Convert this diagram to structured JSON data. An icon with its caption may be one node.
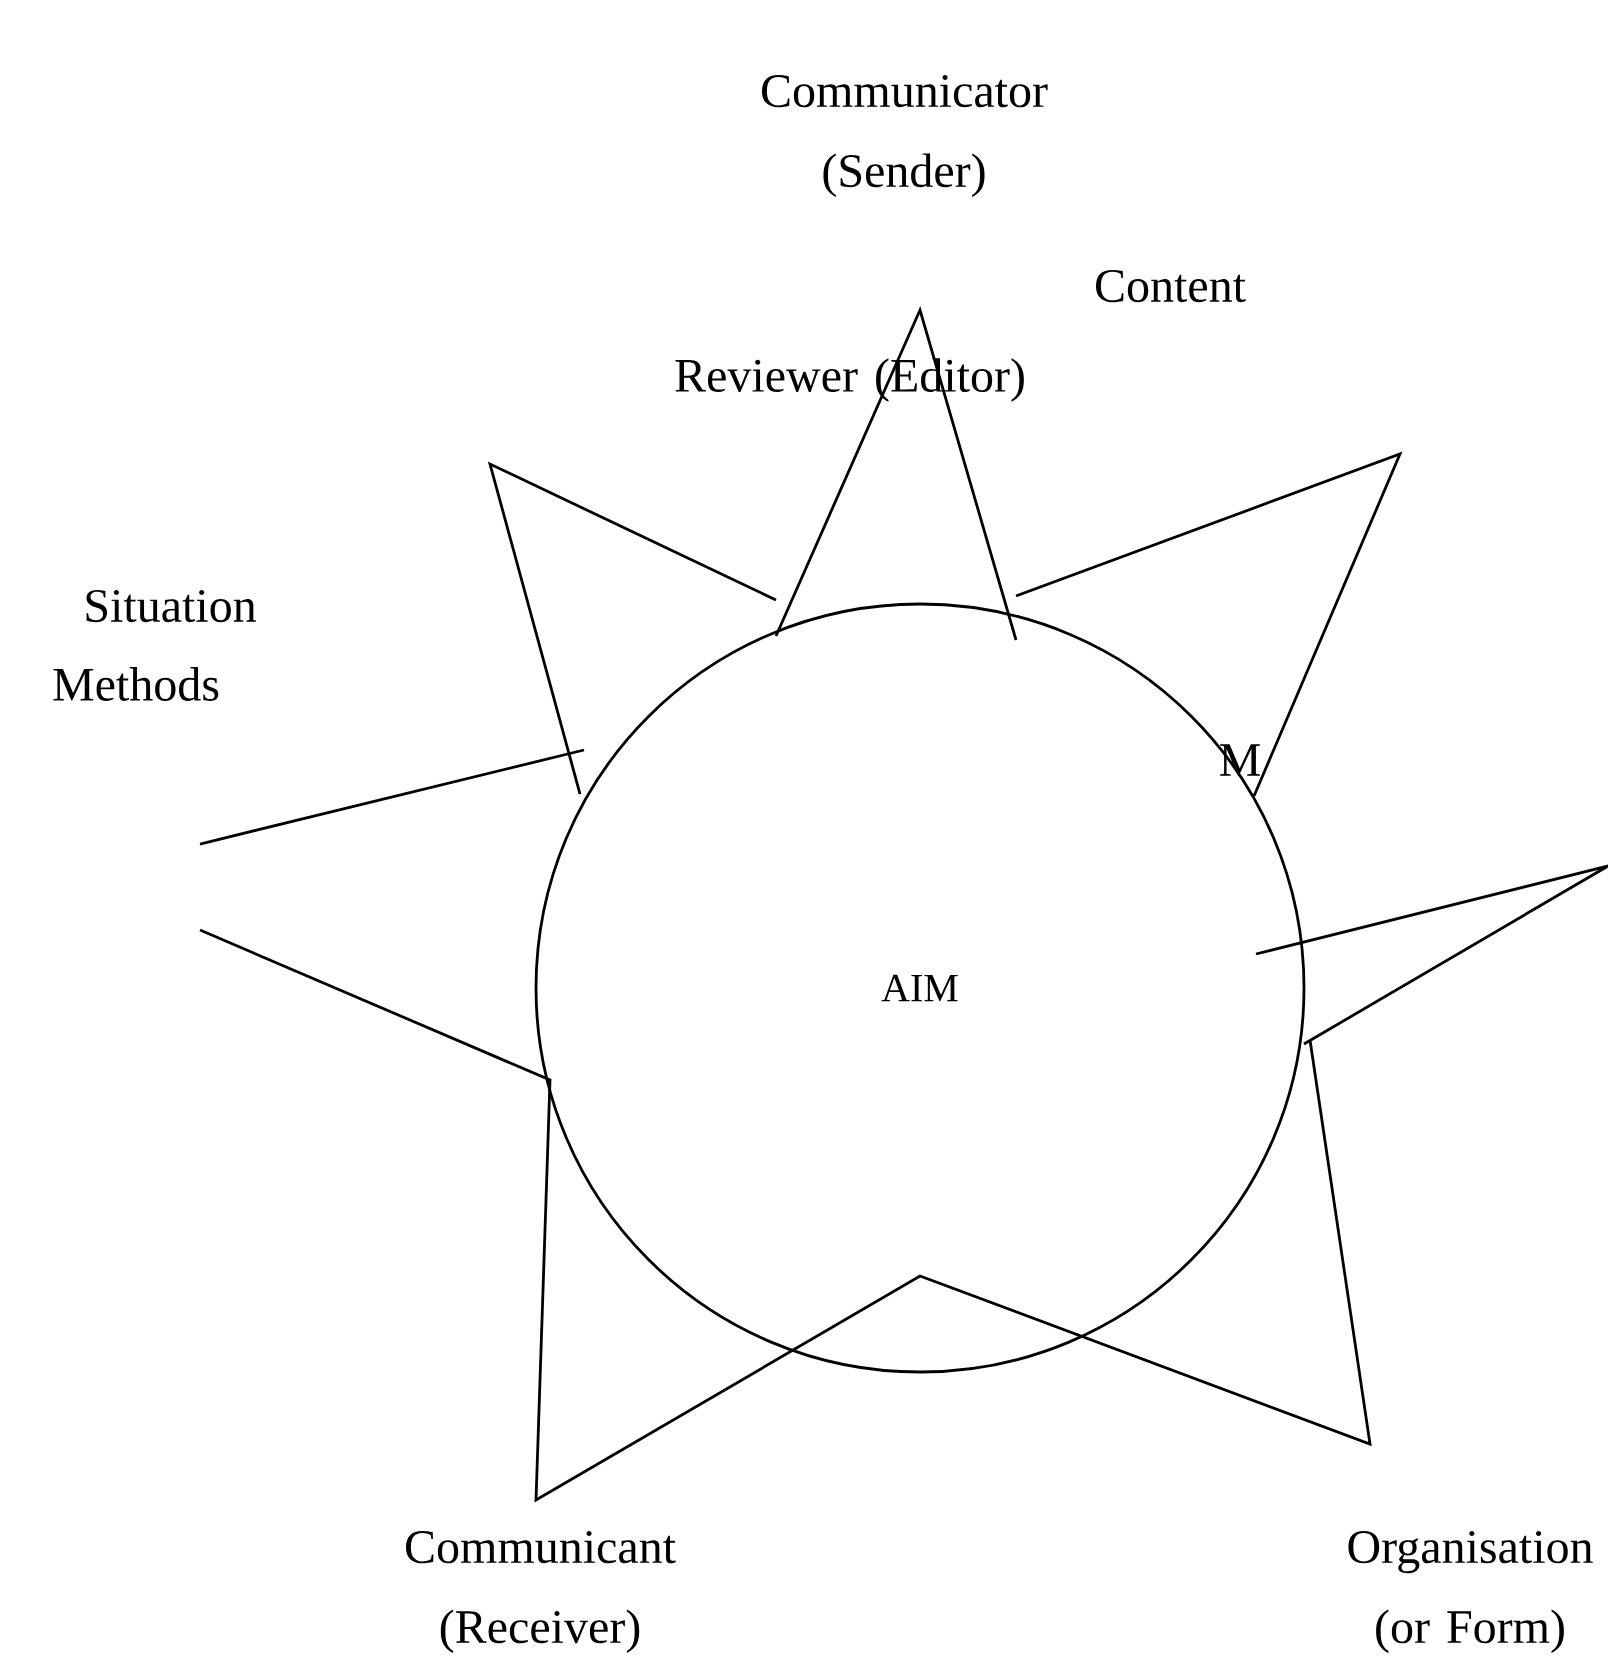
{
  "diagram": {
    "nodes": [
      {
        "text": [
          "AIM"
        ]
      }
    ],
    "edges": [],
    "labels": [
      "Communicator (Sender)",
      "Content",
      "Reviewer (Editor)",
      "Situation",
      "Methods",
      "M",
      "Communicant (Receiver)",
      "Organisation (or Form)"
    ]
  }
}
